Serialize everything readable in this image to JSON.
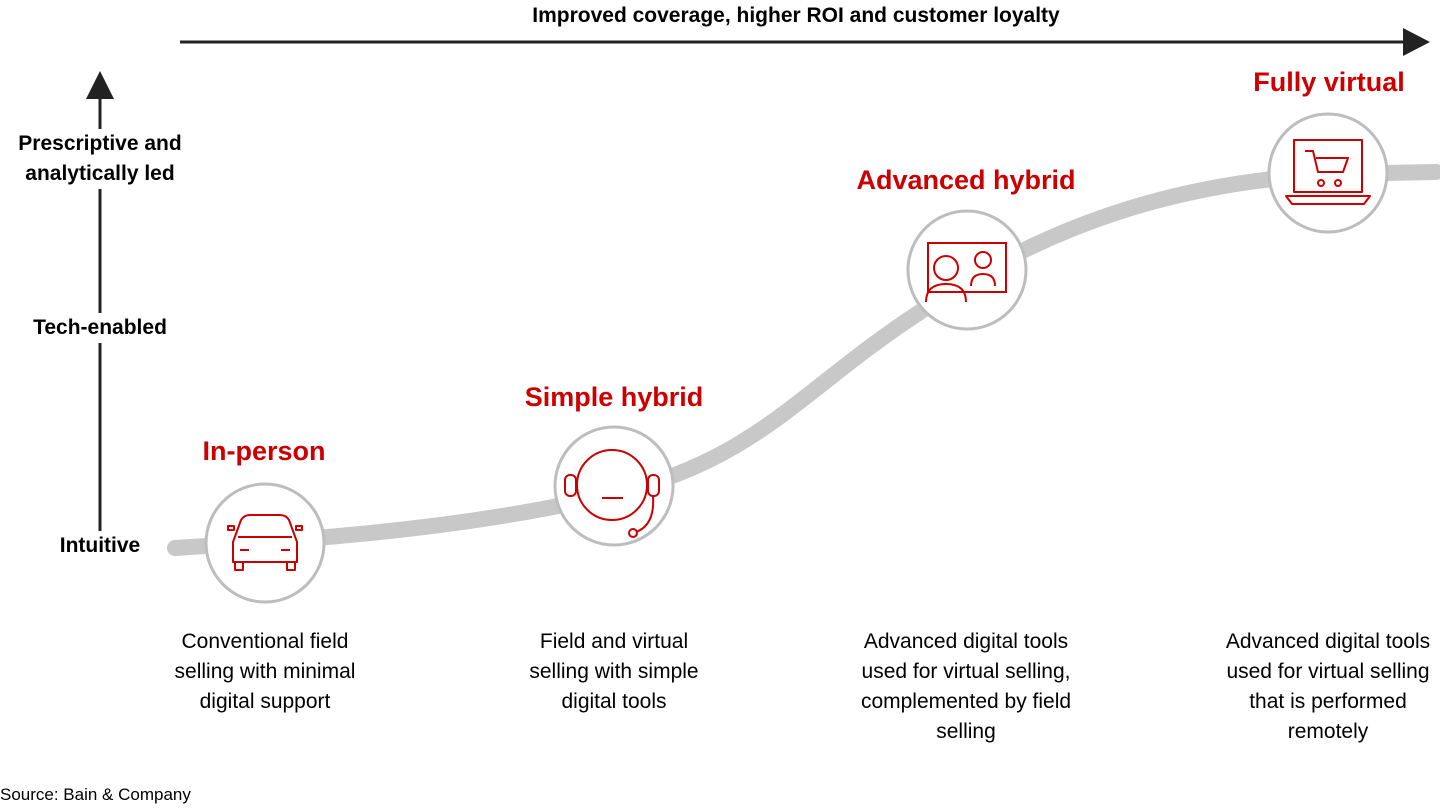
{
  "header": {
    "title": "Improved coverage, higher ROI and customer loyalty"
  },
  "y_axis": {
    "levels": [
      "Prescriptive and analytically led",
      "Tech-enabled",
      "Intuitive"
    ]
  },
  "stages": [
    {
      "title": "In-person",
      "icon": "car-icon",
      "description": "Conventional field selling with minimal digital support"
    },
    {
      "title": "Simple hybrid",
      "icon": "headset-icon",
      "description": "Field and virtual selling with simple digital tools"
    },
    {
      "title": "Advanced hybrid",
      "icon": "video-call-icon",
      "description": "Advanced digital tools used for virtual selling, complemented by field selling"
    },
    {
      "title": "Fully virtual",
      "icon": "laptop-cart-icon",
      "description": "Advanced digital tools used for virtual selling that is performed remotely"
    }
  ],
  "source": "Source: Bain & Company",
  "colors": {
    "accent": "#cc0000",
    "curve": "#c8c8c8",
    "circle_border": "#bdbdbd",
    "text": "#000000"
  }
}
